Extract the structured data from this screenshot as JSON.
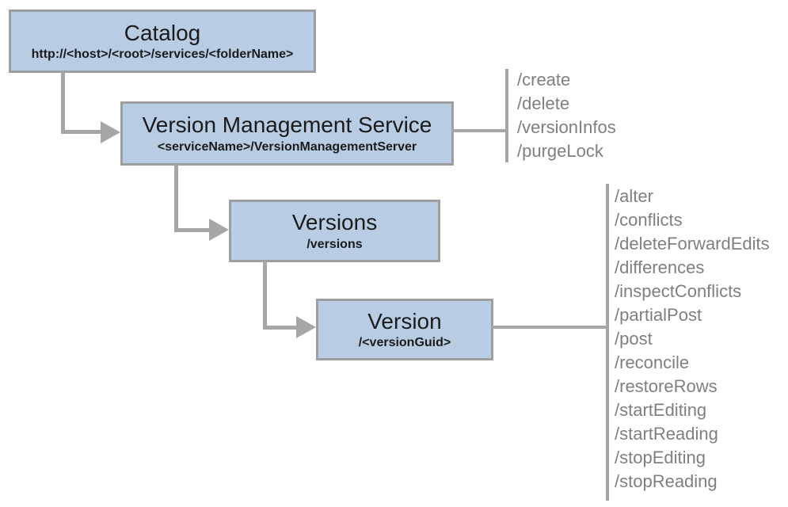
{
  "diagram": {
    "nodes": {
      "catalog": {
        "title": "Catalog",
        "subtitle": "http://<host>/<root>/services/<folderName>"
      },
      "vms": {
        "title": "Version Management Service",
        "subtitle": "<serviceName>/VersionManagementServer"
      },
      "versions": {
        "title": "Versions",
        "subtitle": "/versions"
      },
      "version": {
        "title": "Version",
        "subtitle": "/<versionGuid>"
      }
    },
    "vms_operations": [
      "/create",
      "/delete",
      "/versionInfos",
      "/purgeLock"
    ],
    "version_operations": [
      "/alter",
      "/conflicts",
      "/deleteForwardEdits",
      "/differences",
      "/inspectConflicts",
      "/partialPost",
      "/post",
      "/reconcile",
      "/restoreRows",
      "/startEditing",
      "/startReading",
      "/stopEditing",
      "/stopReading"
    ],
    "colors": {
      "node_fill": "#b8cce4",
      "node_border": "#9e9e9e",
      "connector": "#a6a6a6",
      "operation_text": "#7f7f7f",
      "title_text": "#1b1b1b"
    }
  }
}
